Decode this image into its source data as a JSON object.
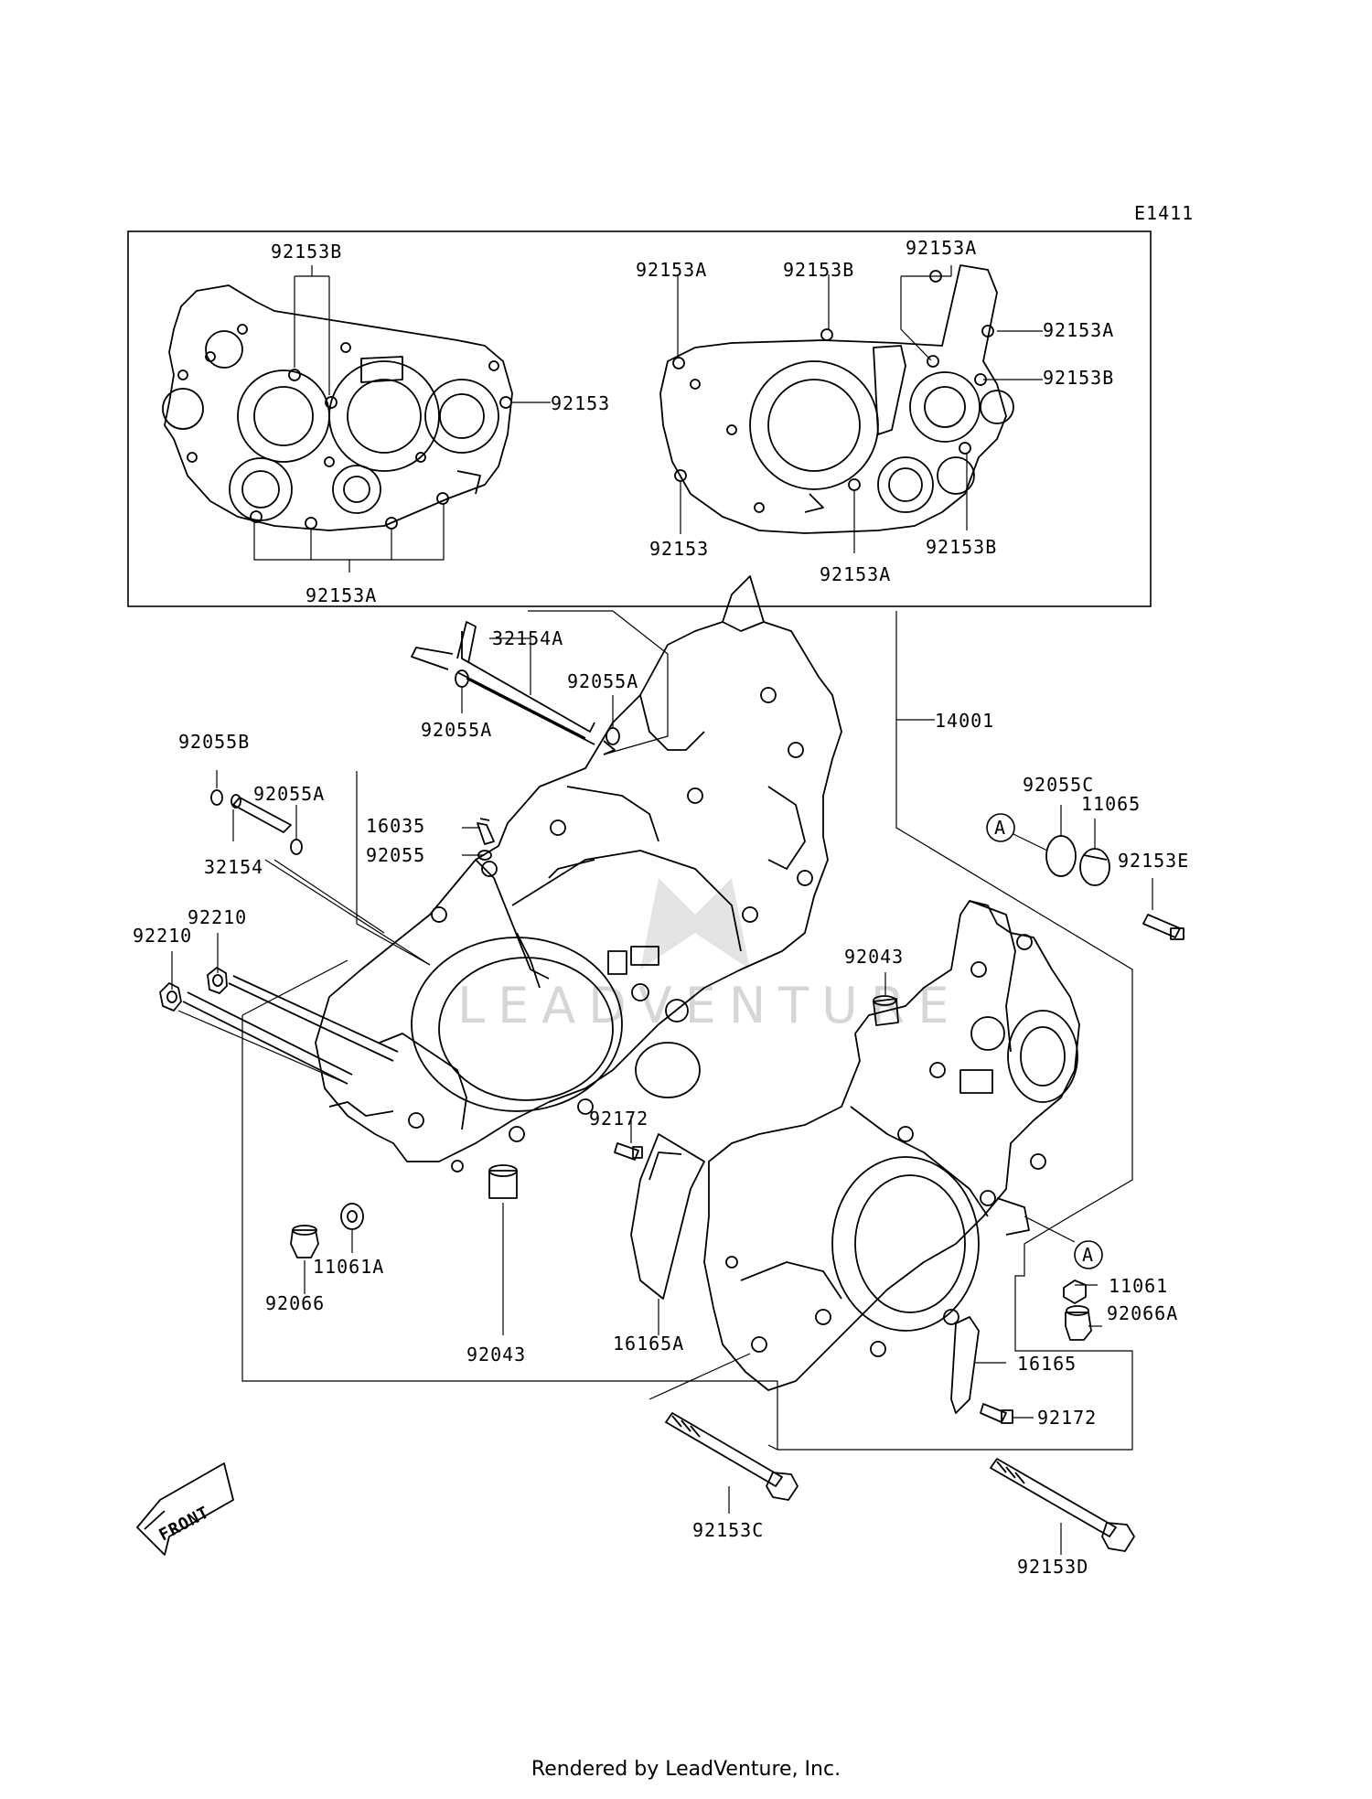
{
  "diagram_code": "E1411",
  "watermark": "LEADVENTURE",
  "front_label": "FRONT",
  "footer": "Rendered by LeadVenture, Inc.",
  "callout_a": "A",
  "labels": {
    "p92153B_tl": "92153B",
    "p92153_l": "92153",
    "p92153A_bl": "92153A",
    "p92153A_tr1": "92153A",
    "p92153B_tr1": "92153B",
    "p92153A_tr2": "92153A",
    "p92153A_tr3": "92153A",
    "p92153B_tr2": "92153B",
    "p92153_r": "92153",
    "p92153A_br": "92153A",
    "p92153B_br": "92153B",
    "p32154A": "32154A",
    "p92055A_1": "92055A",
    "p92055A_2": "92055A",
    "p14001": "14001",
    "p92055B": "92055B",
    "p92055A_3": "92055A",
    "p32154": "32154",
    "p16035": "16035",
    "p92055": "92055",
    "p92055C": "92055C",
    "p11065": "11065",
    "p92153E": "92153E",
    "p92210_a": "92210",
    "p92210_b": "92210",
    "p92043_1": "92043",
    "p92172_1": "92172",
    "p11061A": "11061A",
    "p92066": "92066",
    "p92043_2": "92043",
    "p16165A": "16165A",
    "p11061": "11061",
    "p92066A": "92066A",
    "p16165": "16165",
    "p92172_2": "92172",
    "p92153C": "92153C",
    "p92153D": "92153D"
  }
}
